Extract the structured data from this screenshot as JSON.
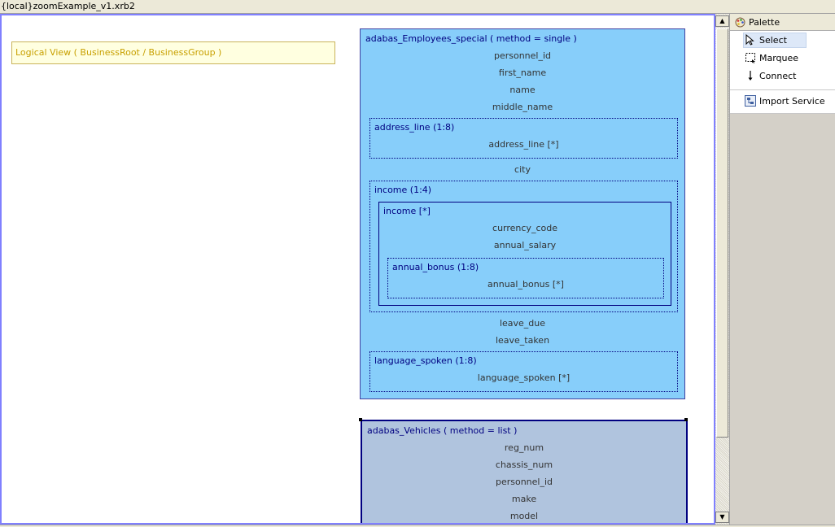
{
  "window": {
    "title": "{local}zoomExample_v1.xrb2"
  },
  "palette": {
    "title": "Palette",
    "tools": [
      {
        "label": "Select"
      },
      {
        "label": "Marquee"
      },
      {
        "label": "Connect"
      }
    ],
    "services": [
      {
        "label": "Import Service"
      }
    ]
  },
  "logical_view": {
    "label": "Logical View   ( BusinessRoot / BusinessGroup )"
  },
  "entity1": {
    "title": "adabas_Employees_special   ( method = single )",
    "fields": [
      "personnel_id",
      "first_name",
      "name",
      "middle_name"
    ],
    "address_group": {
      "title": "address_line (1:8)",
      "field": "address_line [*]"
    },
    "city": "city",
    "income_group": {
      "title": "income (1:4)",
      "inner_title": "income [*]",
      "fields": [
        "currency_code",
        "annual_salary"
      ],
      "bonus_group": {
        "title": "annual_bonus (1:8)",
        "field": "annual_bonus [*]"
      }
    },
    "fields_after": [
      "leave_due",
      "leave_taken"
    ],
    "language_group": {
      "title": "language_spoken (1:8)",
      "field": "language_spoken [*]"
    }
  },
  "entity2": {
    "title": "adabas_Vehicles   ( method = list )",
    "fields": [
      "reg_num",
      "chassis_num",
      "personnel_id",
      "make",
      "model"
    ]
  },
  "colors": {
    "entity_blue": "#87cefa",
    "entity_steel": "#b0c4de",
    "navy": "#000080",
    "canvas_border": "#8080ff"
  }
}
